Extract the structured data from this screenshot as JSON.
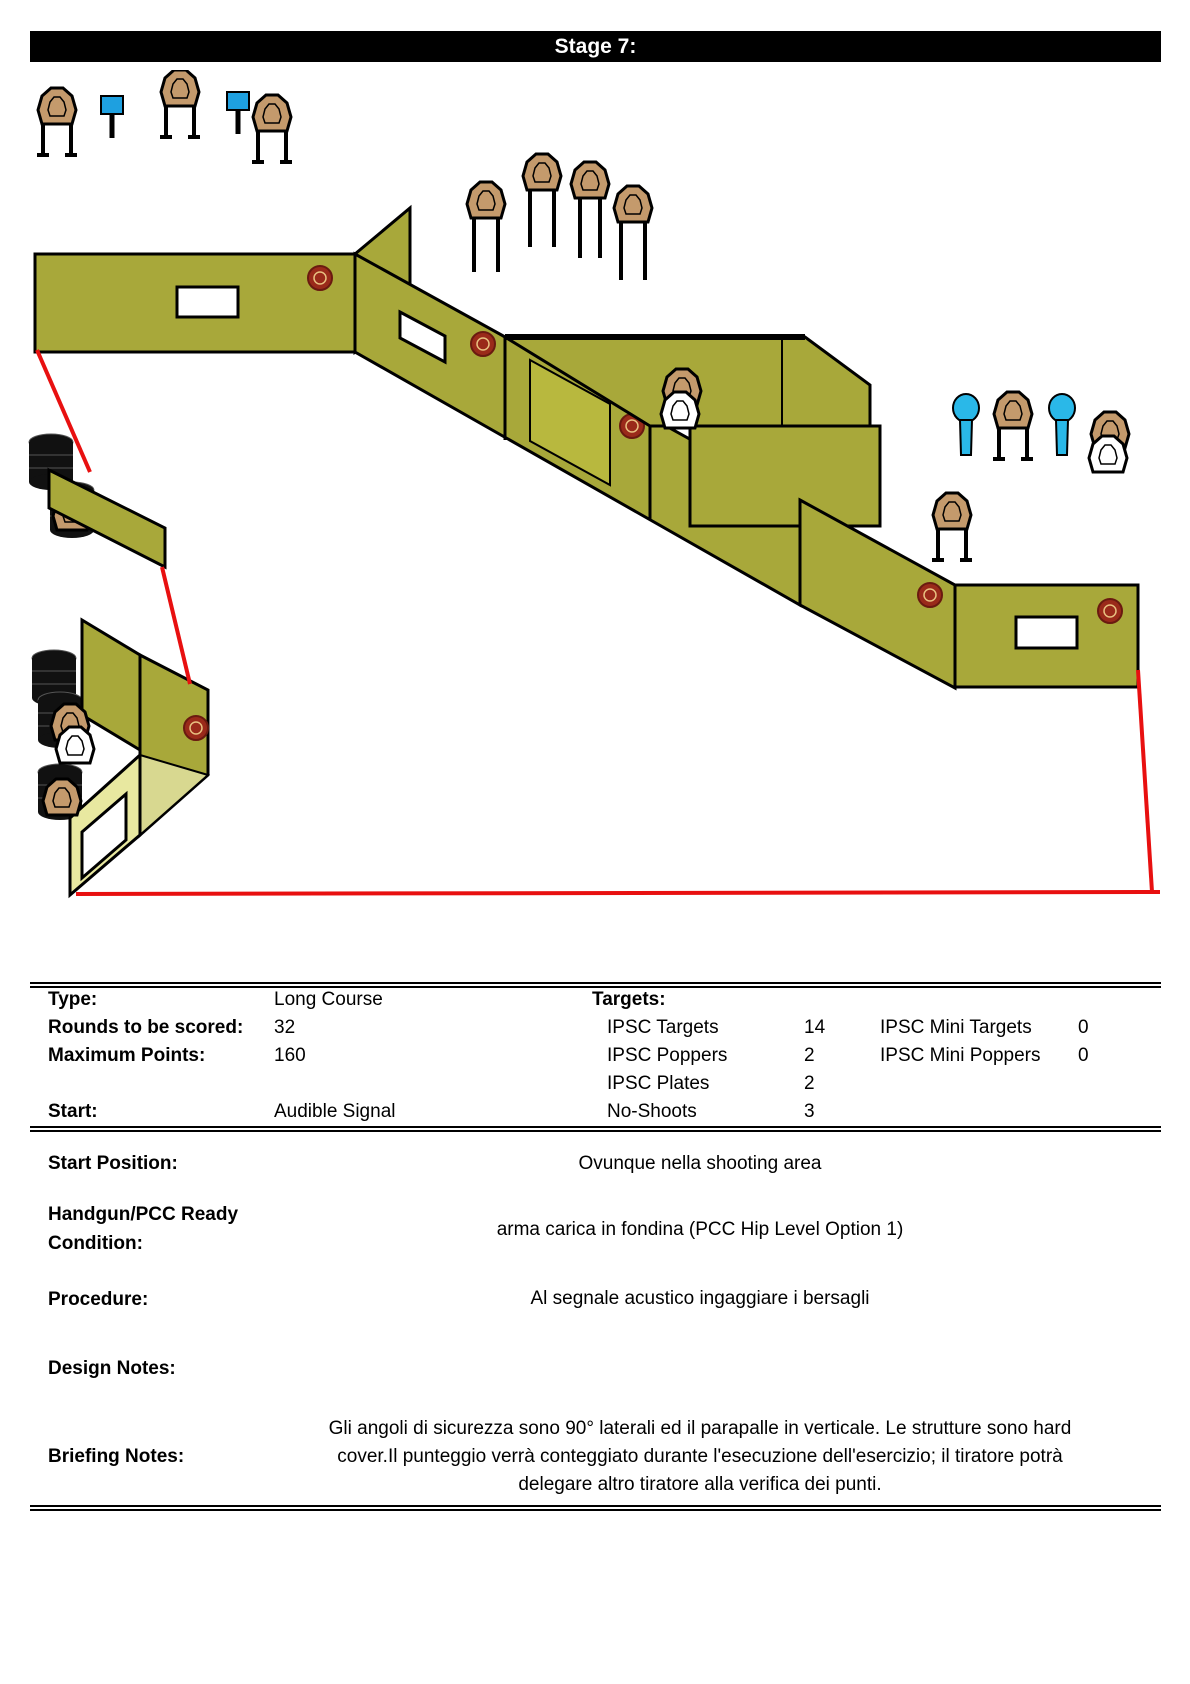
{
  "title": "Stage 7:",
  "summary": {
    "type_label": "Type:",
    "type_value": "Long Course",
    "rounds_label": "Rounds to be scored:",
    "rounds_value": "32",
    "max_label": "Maximum Points:",
    "max_value": "160",
    "start_label": "Start:",
    "start_value": "Audible Signal",
    "targets_label": "Targets:",
    "targets": [
      {
        "name": "IPSC Targets",
        "count": "14"
      },
      {
        "name": "IPSC Poppers",
        "count": "2"
      },
      {
        "name": "IPSC Plates",
        "count": "2"
      },
      {
        "name": "No-Shoots",
        "count": "3"
      }
    ],
    "mini_targets": [
      {
        "name": "IPSC Mini Targets",
        "count": "0"
      },
      {
        "name": "IPSC Mini Poppers",
        "count": "0"
      }
    ]
  },
  "details": {
    "start_position_label": "Start Position:",
    "start_position_value": "Ovunque nella shooting area",
    "ready_label_line1": "Handgun/PCC Ready",
    "ready_label_line2": "Condition:",
    "ready_value": "arma carica in fondina (PCC Hip Level Option 1)",
    "procedure_label": "Procedure:",
    "procedure_value": "Al segnale acustico ingaggiare i bersagli",
    "design_label": "Design Notes:",
    "briefing_label": "Briefing Notes:",
    "briefing_line1": "Gli angoli di sicurezza sono 90° laterali ed il parapalle in verticale. Le strutture sono hard",
    "briefing_line2": "cover.Il punteggio verrà conteggiato durante l'esecuzione dell'esercizio; il tiratore potrà",
    "briefing_line3": "delegare altro tiratore alla verifica  dei punti."
  },
  "colors": {
    "wall": "#a8a83a",
    "wall_light": "#d8d890",
    "target": "#c49a6c",
    "popper": "#2ab8e8",
    "plate": "#1ea0e0",
    "fault_line": "#e81010"
  }
}
